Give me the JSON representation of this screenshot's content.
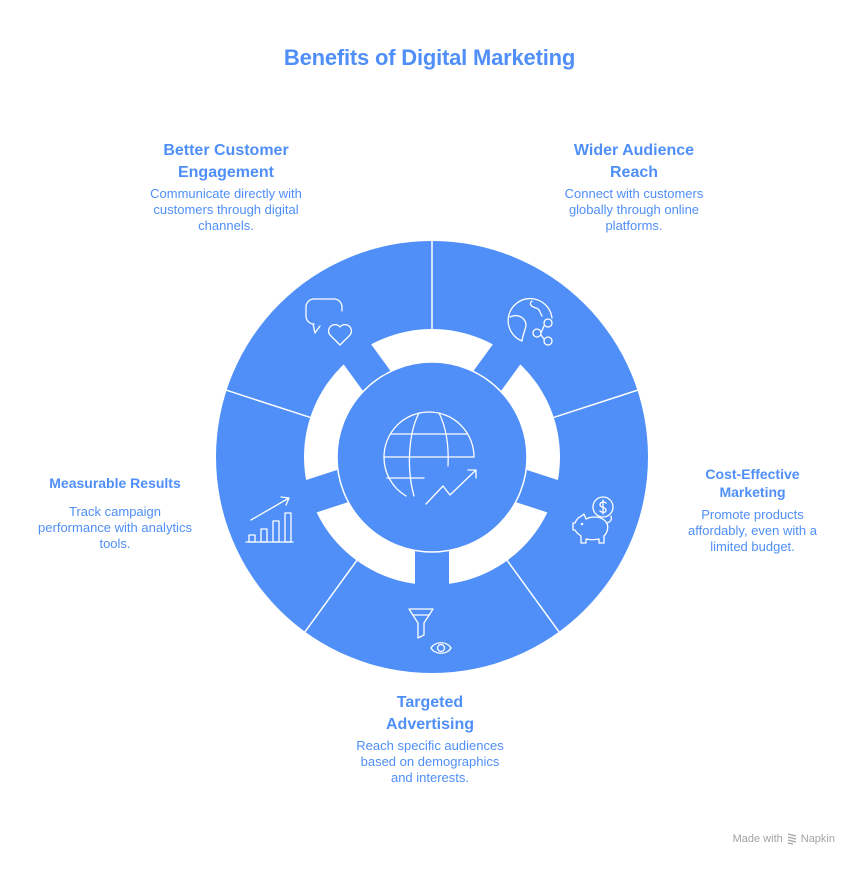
{
  "title": "Benefits of Digital Marketing",
  "colors": {
    "primary": "#4f8ff7",
    "background": "#ffffff",
    "footer": "#a3a3a3"
  },
  "center": {
    "icon": "globe-growth-icon"
  },
  "segments": [
    {
      "id": "engagement",
      "title": "Better Customer Engagement",
      "title_lines": [
        "Better Customer",
        "Engagement"
      ],
      "description_lines": [
        "Communicate directly with",
        "customers through digital",
        "channels."
      ],
      "icon": "chat-heart-icon"
    },
    {
      "id": "reach",
      "title": "Wider Audience Reach",
      "title_lines": [
        "Wider Audience",
        "Reach"
      ],
      "description_lines": [
        "Connect with customers",
        "globally through online",
        "platforms."
      ],
      "icon": "globe-share-icon"
    },
    {
      "id": "cost",
      "title": "Cost-Effective Marketing",
      "title_lines": [
        "Cost-Effective",
        "Marketing"
      ],
      "description_lines": [
        "Promote products",
        "affordably, even with a",
        "limited budget."
      ],
      "icon": "piggy-bank-icon"
    },
    {
      "id": "targeted",
      "title": "Targeted Advertising",
      "title_lines": [
        "Targeted",
        "Advertising"
      ],
      "description_lines": [
        "Reach specific audiences",
        "based on demographics",
        "and interests."
      ],
      "icon": "funnel-eye-icon"
    },
    {
      "id": "measurable",
      "title": "Measurable Results",
      "title_lines": [
        "Measurable Results"
      ],
      "description_lines": [
        "Track campaign",
        "performance with analytics",
        "tools."
      ],
      "icon": "bar-chart-growth-icon"
    }
  ],
  "footer": {
    "made_with": "Made with",
    "brand": "Napkin"
  }
}
